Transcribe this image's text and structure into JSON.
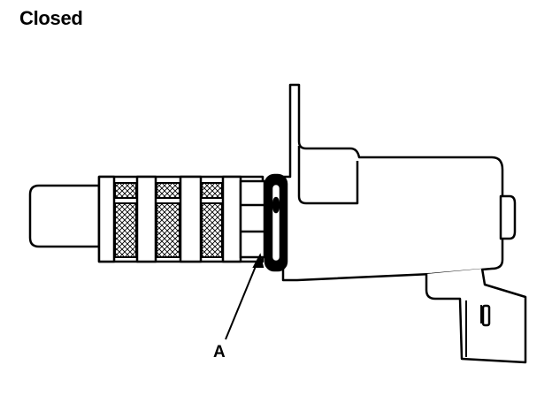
{
  "title": "Closed",
  "callout_label": "A",
  "colors": {
    "ink": "#000000",
    "paper": "#ffffff"
  },
  "icons": [
    "solenoid-valve-illustration",
    "screen-mesh-pattern",
    "o-ring"
  ]
}
